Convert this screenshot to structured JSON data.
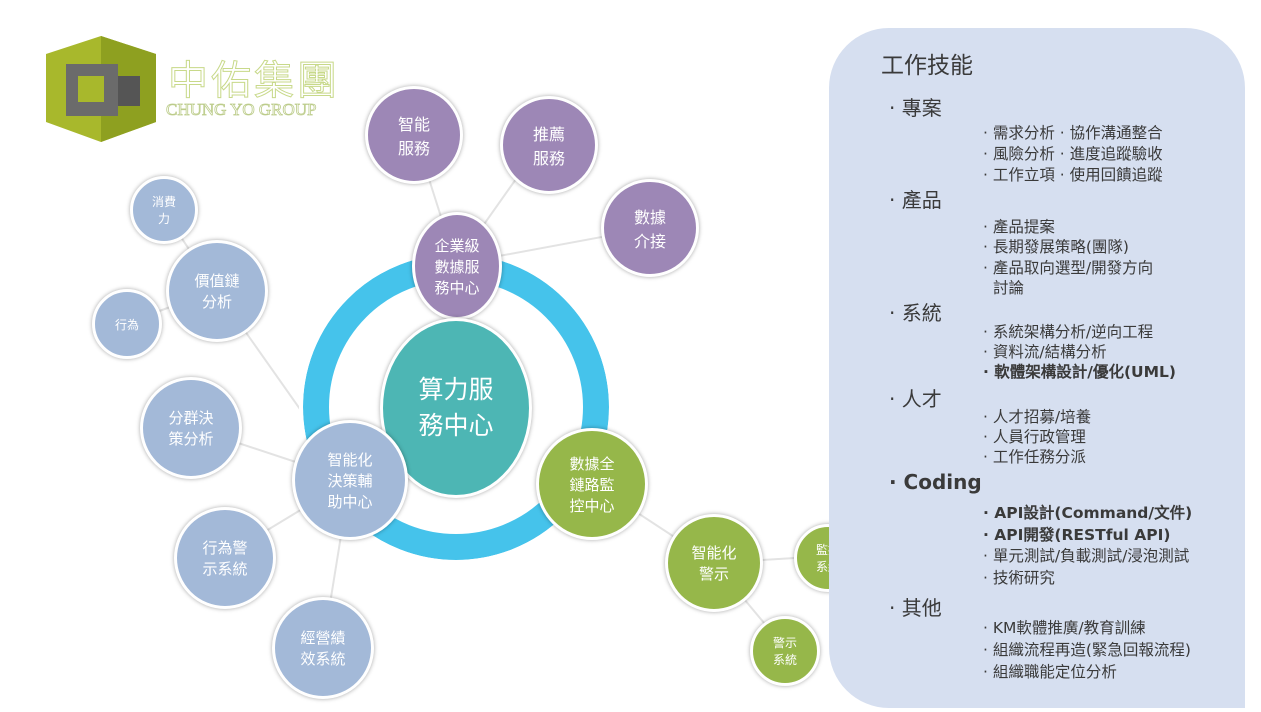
{
  "logo": {
    "name_cn": "中佑集團",
    "name_en": "CHUNG YO GROUP",
    "colors": {
      "primary": "#a3b52a",
      "dark": "#6b6b6b"
    }
  },
  "diagram": {
    "center": "算力服\n務中心",
    "hubs": {
      "enterprise": "企業級\n數據服\n務中心",
      "decision": "智能化\n決策輔\n助中心",
      "monitor": "數據全\n鏈路監\n控中心"
    },
    "nodes": {
      "smart_service": "智能\n服務",
      "recommend": "推薦\n服務",
      "data_access": "數據\n介接",
      "consumption": "消費\n力",
      "value_chain": "價值鏈\n分析",
      "behavior": "行為",
      "cluster": "分群決\n策分析",
      "behavior_alert": "行為警\n示系統",
      "performance": "經營績\n效系統",
      "smart_alert": "智能化\n警示",
      "monitor_system": "監控\n系統",
      "alert_system": "警示\n系統"
    },
    "colors": {
      "purple": "#9d87b6",
      "blue": "#a3b9d8",
      "green": "#96b74a",
      "teal": "#4db6b4",
      "ring": "#45c3eb"
    }
  },
  "skills": {
    "title": "工作技能",
    "categories": [
      {
        "label": "· 專案",
        "items": [
          "· 需求分析 · 協作溝通整合",
          "· 風險分析 · 進度追蹤驗收",
          "· 工作立項 · 使用回饋追蹤"
        ]
      },
      {
        "label": "· 產品",
        "items": [
          "· 產品提案",
          "· 長期發展策略(團隊)",
          "· 產品取向選型/開發方向",
          "討論"
        ]
      },
      {
        "label": "· 系統",
        "items": [
          "· 系統架構分析/逆向工程",
          "· 資料流/結構分析",
          "· 軟體架構設計/優化(UML)"
        ]
      },
      {
        "label": "· 人才",
        "items": [
          "· 人才招募/培養",
          "· 人員行政管理",
          "· 工作任務分派"
        ]
      },
      {
        "label": "· Coding",
        "items": [
          "· API設計(Command/文件)",
          "· API開發(RESTful API)",
          "· 單元測試/負載測試/浸泡測試",
          "· 技術研究"
        ]
      },
      {
        "label": "· 其他",
        "items": [
          "· KM軟體推廣/教育訓練",
          "· 組織流程再造(緊急回報流程)",
          "· 組織職能定位分析"
        ]
      }
    ]
  }
}
